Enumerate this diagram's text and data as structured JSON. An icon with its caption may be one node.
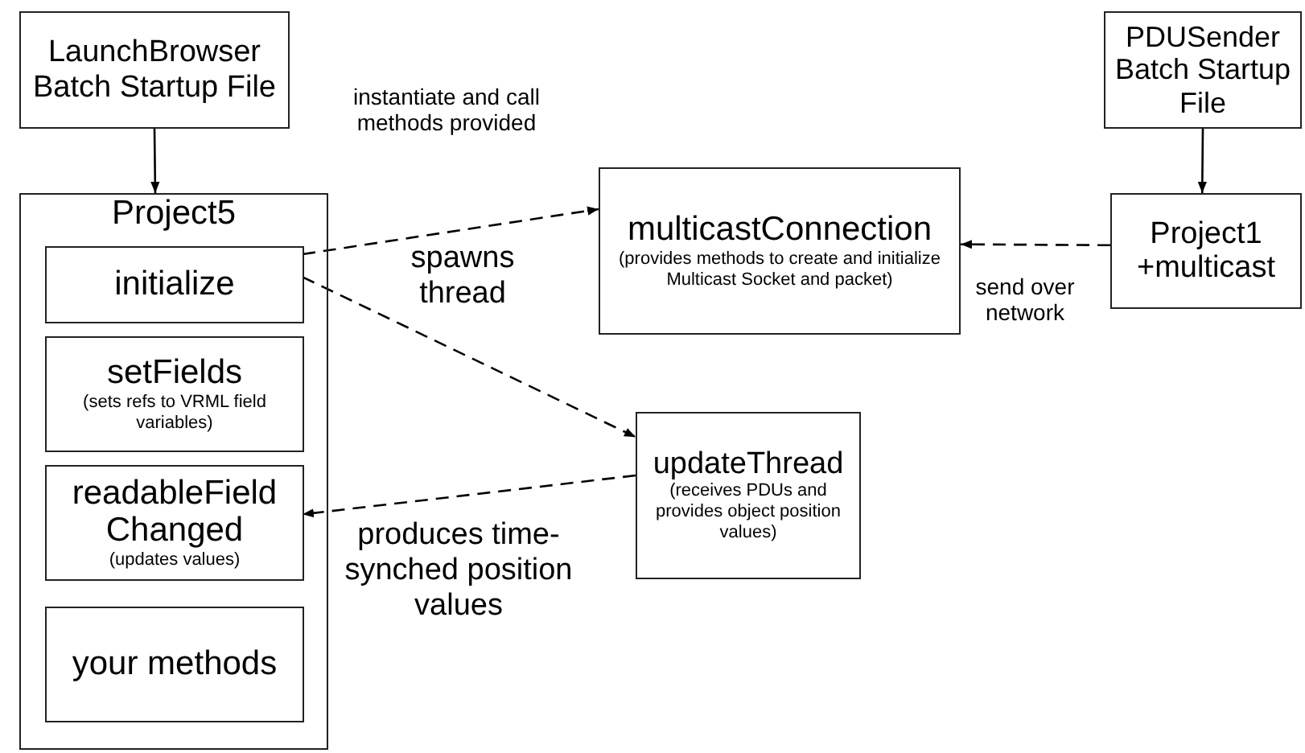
{
  "diagram": {
    "nodes": [
      {
        "text": [
          "LaunchBrowser Batch Startup File"
        ]
      },
      {
        "text": [
          "Project5"
        ]
      },
      {
        "text": [
          "initialize"
        ],
        "in": 1
      },
      {
        "text": [
          "setFields",
          "(sets refs to VRML field variables)"
        ],
        "in": 1
      },
      {
        "text": [
          "readableField Changed",
          "(updates values)"
        ],
        "in": 1
      },
      {
        "text": [
          "your methods"
        ],
        "in": 1
      },
      {
        "text": [
          "multicastConnection",
          "(provides methods to create and initialize Multicast Socket and packet)"
        ]
      },
      {
        "text": [
          "PDUSender Batch Startup File"
        ]
      },
      {
        "text": [
          "Project1 +multicast"
        ]
      },
      {
        "text": [
          "updateThread",
          "(receives PDUs and provides object position values)"
        ]
      }
    ],
    "edges": [
      {
        "from": 0,
        "to": 1,
        "arrow": "to"
      },
      {
        "from": 2,
        "to": 6,
        "arrow": "to",
        "label": "instantiate and call methods provided",
        "style": "dashed"
      },
      {
        "from": 2,
        "to": 9,
        "arrow": "to",
        "label": "spawns thread",
        "style": "dashed"
      },
      {
        "from": 9,
        "to": 4,
        "arrow": "to",
        "label": "produces time-synched position values",
        "style": "dashed"
      },
      {
        "from": 7,
        "to": 8,
        "arrow": "to"
      },
      {
        "from": 8,
        "to": 6,
        "arrow": "to",
        "label": "send over network",
        "style": "dashed"
      }
    ]
  }
}
